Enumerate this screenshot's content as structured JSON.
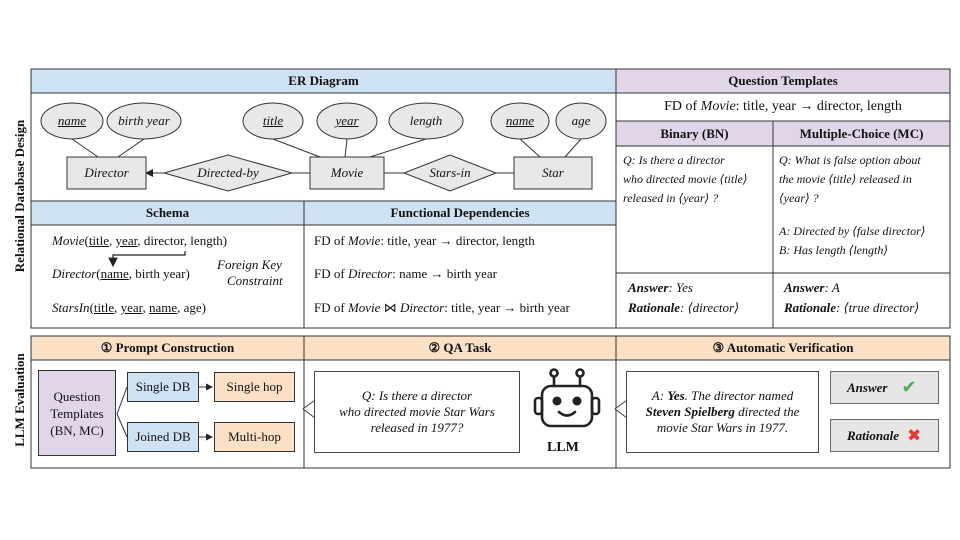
{
  "side_labels": {
    "top": "Relational Database Design",
    "bottom": "LLM Evaluation"
  },
  "er": {
    "title": "ER Diagram",
    "attrs": {
      "director_name": "name",
      "director_birth": "birth year",
      "movie_title": "title",
      "movie_year": "year",
      "movie_length": "length",
      "star_name": "name",
      "star_age": "age"
    },
    "entities": {
      "director": "Director",
      "movie": "Movie",
      "star": "Star"
    },
    "relations": {
      "directed_by": "Directed-by",
      "stars_in": "Stars-in"
    }
  },
  "schema": {
    "title": "Schema",
    "movie": {
      "name": "Movie",
      "open": "(",
      "k1": "title",
      "s1": ", ",
      "k2": "year",
      "rest": ", director, length)"
    },
    "director": {
      "name": "Director",
      "open": "(",
      "k1": "name",
      "rest": ", birth year)"
    },
    "fk": {
      "line1": "Foreign Key",
      "line2": "Constraint"
    },
    "starsin": {
      "name": "StarsIn",
      "open": "(",
      "k1": "title",
      "s1": ", ",
      "k2": "year",
      "s2": ", ",
      "k3": "name",
      "rest": ", age)"
    }
  },
  "fd": {
    "title": "Functional Dependencies",
    "l1": {
      "pre": "FD of ",
      "ent": "Movie",
      "rest": ": title, year → director, length"
    },
    "l2": {
      "pre": "FD of ",
      "ent": "Director",
      "rest": ": name → birth year"
    },
    "l3": {
      "pre": "FD of ",
      "ent": "Movie",
      "join": " ⋈ ",
      "ent2": "Director",
      "rest": ": title, year → birth year"
    }
  },
  "qt": {
    "title": "Question Templates",
    "fd": {
      "pre": "FD of ",
      "ent": "Movie",
      "rest": ": title, year → director, length"
    },
    "bn": {
      "title": "Binary (BN)",
      "q1": "Q: Is there a director",
      "q2": "who directed movie ⟨title⟩",
      "q3": "released in ⟨year⟩ ?",
      "ans_label": "Answer",
      "ans_val": ": Yes",
      "rat_label": "Rationale",
      "rat_val": ": ⟨director⟩"
    },
    "mc": {
      "title": "Multiple-Choice (MC)",
      "q1": "Q: What is false option about",
      "q2": "the movie ⟨title⟩ released in",
      "q3": "⟨year⟩ ?",
      "a": "A: Directed by ⟨false director⟩",
      "b": "B: Has length ⟨length⟩",
      "ans_label": "Answer",
      "ans_val": ": A",
      "rat_label": "Rationale",
      "rat_val": ": ⟨true director⟩"
    }
  },
  "prompt": {
    "title": "① Prompt Construction",
    "templates": {
      "l1": "Question",
      "l2": "Templates",
      "l3": "(BN, MC)"
    },
    "single_db": "Single DB",
    "joined_db": "Joined DB",
    "single_hop": "Single hop",
    "multi_hop": "Multi-hop"
  },
  "qa": {
    "title": "② QA Task",
    "q1": "Q: Is there a director",
    "q2": "who directed movie Star Wars",
    "q3": "released in 1977?",
    "llm": "LLM"
  },
  "verify": {
    "title": "③ Automatic Verification",
    "a_pre": "A: ",
    "a_yes": "Yes",
    "a_rest": ". The director named",
    "a_name": "Steven Spielberg",
    "a_rest2": " directed the",
    "a_l3": "movie Star Wars in 1977.",
    "answer": "Answer",
    "rationale": "Rationale",
    "check": "✔",
    "cross": "✖",
    "colors": {
      "check": "#4caf50",
      "cross": "#e53935"
    }
  }
}
